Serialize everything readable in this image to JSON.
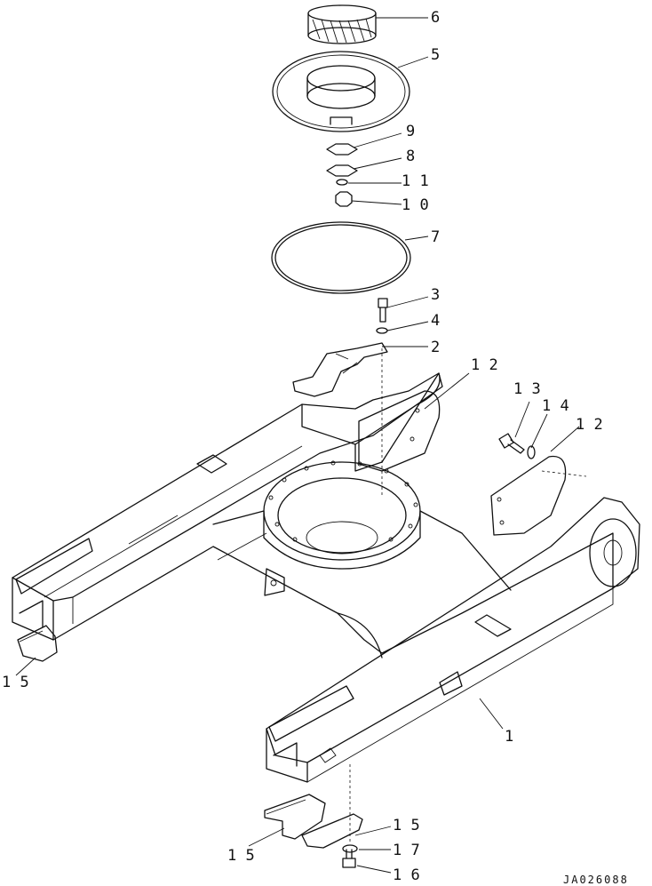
{
  "labels": {
    "p1": "1",
    "p2": "2",
    "p3": "3",
    "p4": "4",
    "p5": "5",
    "p6": "6",
    "p7": "7",
    "p8": "8",
    "p9": "9",
    "p10": "1 0",
    "p11": "1 1",
    "p12a": "1 2",
    "p12b": "1 2",
    "p13": "1 3",
    "p14": "1 4",
    "p15a": "1 5",
    "p15b": "1 5",
    "p15c": "1 5",
    "p16": "1 6",
    "p17": "1 7"
  },
  "drawing_code": "JA026088"
}
